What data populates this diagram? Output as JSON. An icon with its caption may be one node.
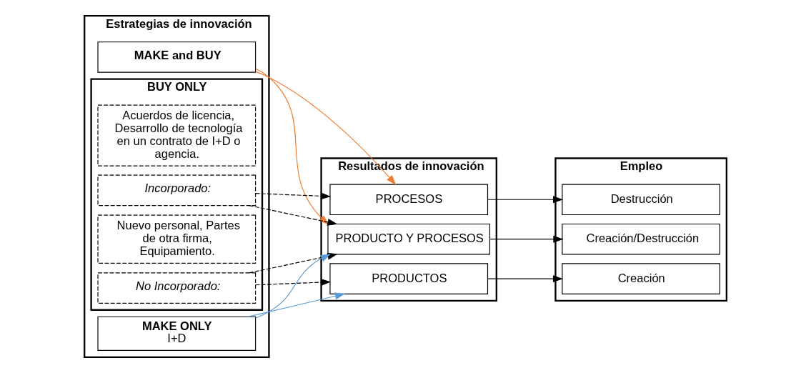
{
  "diagram": {
    "nodes": [
      {
        "text": [
          "Estrategias de innovación"
        ]
      },
      {
        "text": [
          "MAKE ONLY",
          "I+D"
        ],
        "in": 0
      },
      {
        "text": [
          "BUY ONLY"
        ],
        "in": 0
      },
      {
        "text": [
          "Incorporado:"
        ],
        "in": 2
      },
      {
        "text": [
          "Nuevo personal, Partes de otra firma, Equipamiento."
        ],
        "in": 2
      },
      {
        "text": [
          "No Incorporado:"
        ],
        "in": 2
      },
      {
        "text": [
          "Acuerdos de licencia, Desarrollo de tecnología en un contrato de I+D o agencia."
        ],
        "in": 2
      },
      {
        "text": [
          "MAKE and BUY"
        ],
        "in": 0
      },
      {
        "text": [
          "Resultados de innovación"
        ]
      },
      {
        "text": [
          "PRODUCTOS"
        ],
        "in": 8
      },
      {
        "text": [
          "PRODUCTO Y PROCESOS"
        ],
        "in": 8
      },
      {
        "text": [
          "PROCESOS"
        ],
        "in": 8
      },
      {
        "text": [
          "Empleo"
        ]
      },
      {
        "text": [
          "Creación"
        ],
        "in": 12
      },
      {
        "text": [
          "Creación/Destrucción"
        ],
        "in": 12
      },
      {
        "text": [
          "Destrucción"
        ],
        "in": 12
      }
    ],
    "edges": [
      {
        "from": 1,
        "to": 9,
        "arrow": "to",
        "color": "#5b9bd5"
      },
      {
        "from": 1,
        "to": 10,
        "arrow": "to",
        "color": "#5b9bd5"
      },
      {
        "from": 3,
        "to": 10,
        "arrow": "to",
        "style": "dashed"
      },
      {
        "from": 3,
        "to": 11,
        "arrow": "to",
        "style": "dashed"
      },
      {
        "from": 5,
        "to": 9,
        "arrow": "to",
        "style": "dashed"
      },
      {
        "from": 5,
        "to": 10,
        "arrow": "to",
        "style": "dashed"
      },
      {
        "from": 7,
        "to": 10,
        "arrow": "to",
        "color": "#ed7d31"
      },
      {
        "from": 7,
        "to": 11,
        "arrow": "to",
        "color": "#ed7d31"
      },
      {
        "from": 9,
        "to": 13,
        "arrow": "to"
      },
      {
        "from": 10,
        "to": 14,
        "arrow": "to"
      },
      {
        "from": 11,
        "to": 15,
        "arrow": "to"
      }
    ]
  }
}
